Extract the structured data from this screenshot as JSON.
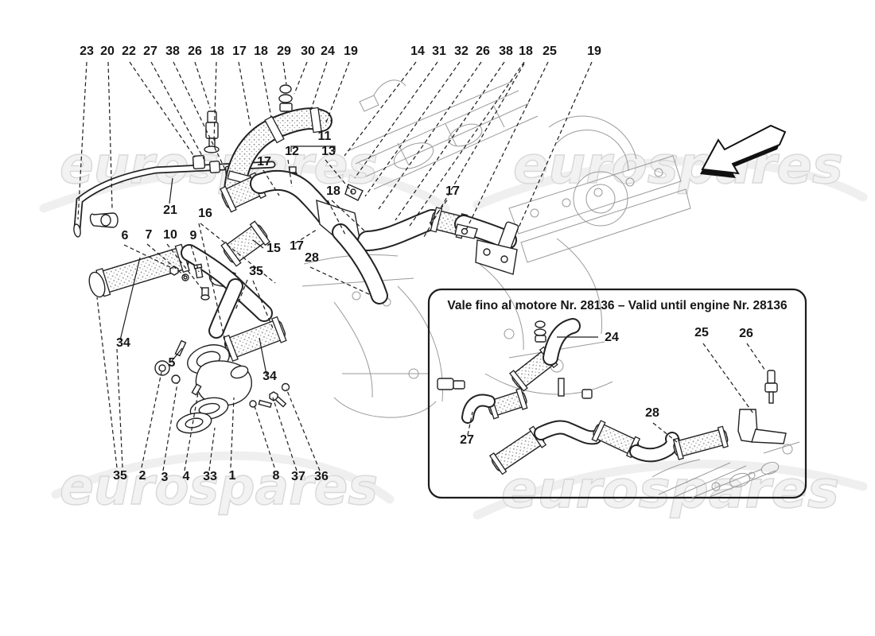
{
  "diagram": {
    "watermark": "eurospares",
    "palette": {
      "ink": "#1c1c1c",
      "light_ink": "#9a9a9a",
      "watermark_fill": "#f2f2f2",
      "watermark_stroke": "#d8d8d8",
      "background": "#ffffff"
    },
    "top_left_callouts": [
      "23",
      "20",
      "22",
      "27",
      "38",
      "26",
      "18",
      "17",
      "18",
      "29",
      "30",
      "24",
      "19"
    ],
    "top_right_callouts": [
      "14",
      "31",
      "32",
      "26",
      "38",
      "18",
      "25",
      "19"
    ],
    "middle_callouts": [
      "21",
      "12",
      "11",
      "13",
      "17",
      "16",
      "15",
      "17",
      "28",
      "35",
      "18",
      "17",
      "6",
      "7",
      "10",
      "9",
      "34",
      "5",
      "34"
    ],
    "bottom_callouts": [
      "35",
      "2",
      "3",
      "4",
      "33",
      "1",
      "8",
      "37",
      "36"
    ],
    "inset": {
      "title": "Vale fino al motore Nr. 28136 – Valid until engine Nr. 28136",
      "callouts": [
        "24",
        "25",
        "26",
        "27",
        "28"
      ]
    }
  }
}
